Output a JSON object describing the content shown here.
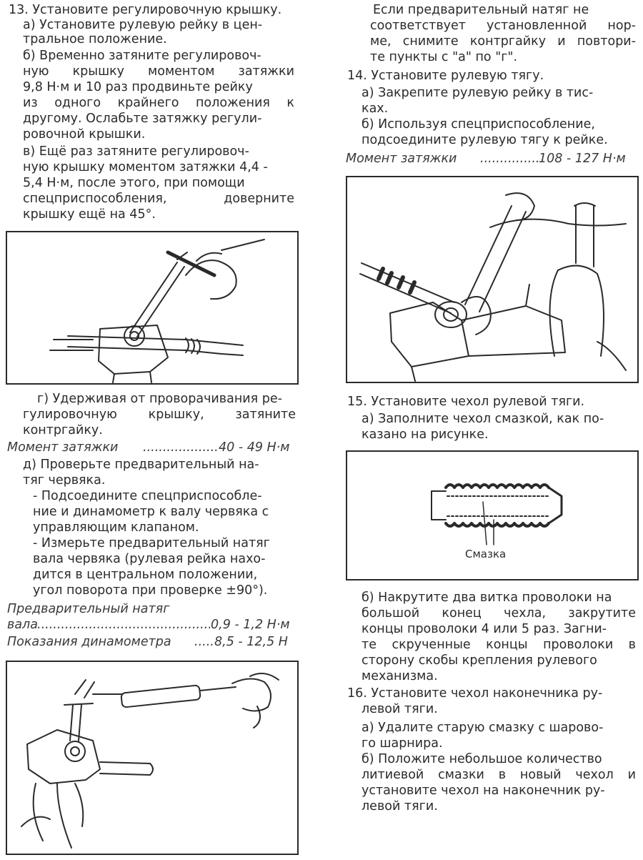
{
  "left": {
    "step13": {
      "heading": "13. Установите регулировочную крышку.",
      "a": [
        "а) Установите рулевую рейку в цен-",
        "тральное положение."
      ],
      "b": [
        "б) Временно затяните регулировоч-",
        "ную крышку моментом затяжки",
        "9,8 Н·м и 10 раз продвиньте рейку",
        "из одного крайнего положения к",
        "другому. Ослабьте затяжку регули-",
        "ровочной крышки."
      ],
      "v": [
        "в) Ещё раз затяните регулировоч-",
        "ную крышку моментом затяжки 4,4 -",
        "5,4 Н·м, после этого, при помощи",
        "спецприспособления, доверните",
        "крышку ещё на 45°."
      ],
      "g": [
        "г) Удерживая от проворачивания ре-",
        "гулировочную крышку, затяните",
        "контргайку."
      ],
      "torque_label": "Момент затяжки",
      "torque_value": "40 - 49 Н·м",
      "d": [
        "д) Проверьте предварительный на-",
        "тяг червяка."
      ],
      "d1": [
        "- Подсоедините спецприспособле-",
        "ние и динамометр к валу червяка с",
        "управляющим клапаном."
      ],
      "d2": [
        "- Измерьте предварительный натяг",
        "вала червяка (рулевая рейка нахо-",
        "дится в центральном положении,",
        "угол поворота при проверке ±90°)."
      ],
      "preload_label1": "Предварительный натяг",
      "preload_label2": "вала",
      "preload_value": "0,9 - 1,2 Н·м",
      "dyn_label": "Показания динамометра",
      "dyn_value": "8,5 - 12,5 Н"
    }
  },
  "right": {
    "intro": [
      "Если предварительный натяг не",
      "соответствует установленной нор-",
      "ме, снимите контргайку и повтори-",
      "те пункты с \"а\" по \"г\"."
    ],
    "step14": {
      "heading": "14. Установите рулевую тягу.",
      "a": [
        "а) Закрепите рулевую рейку в тис-",
        "ках."
      ],
      "b": [
        "б) Используя спецприспособление,",
        "подсоедините рулевую тягу к рейке."
      ],
      "torque_label": "Момент затяжки",
      "torque_value": "108 - 127 Н·м"
    },
    "step15": {
      "heading": "15. Установите чехол рулевой тяги.",
      "a": [
        "а) Заполните чехол смазкой, как по-",
        "казано на рисунке."
      ],
      "figure_label": "Смазка",
      "b": [
        "б) Накрутите два витка проволоки на",
        "большой конец чехла, закрутите",
        "концы проволоки 4 или 5 раз. Загни-",
        "те скрученные концы проволоки в",
        "сторону скобы крепления рулевого",
        "механизма."
      ]
    },
    "step16": {
      "heading": [
        "16. Установите чехол наконечника ру-",
        "левой тяги."
      ],
      "a": [
        "а) Удалите старую смазку с шарово-",
        "го шарнира."
      ],
      "b": [
        "б) Положите небольшое количество",
        "литиевой смазки в новый чехол и",
        "установите чехол на наконечник ру-",
        "левой тяги."
      ]
    }
  }
}
